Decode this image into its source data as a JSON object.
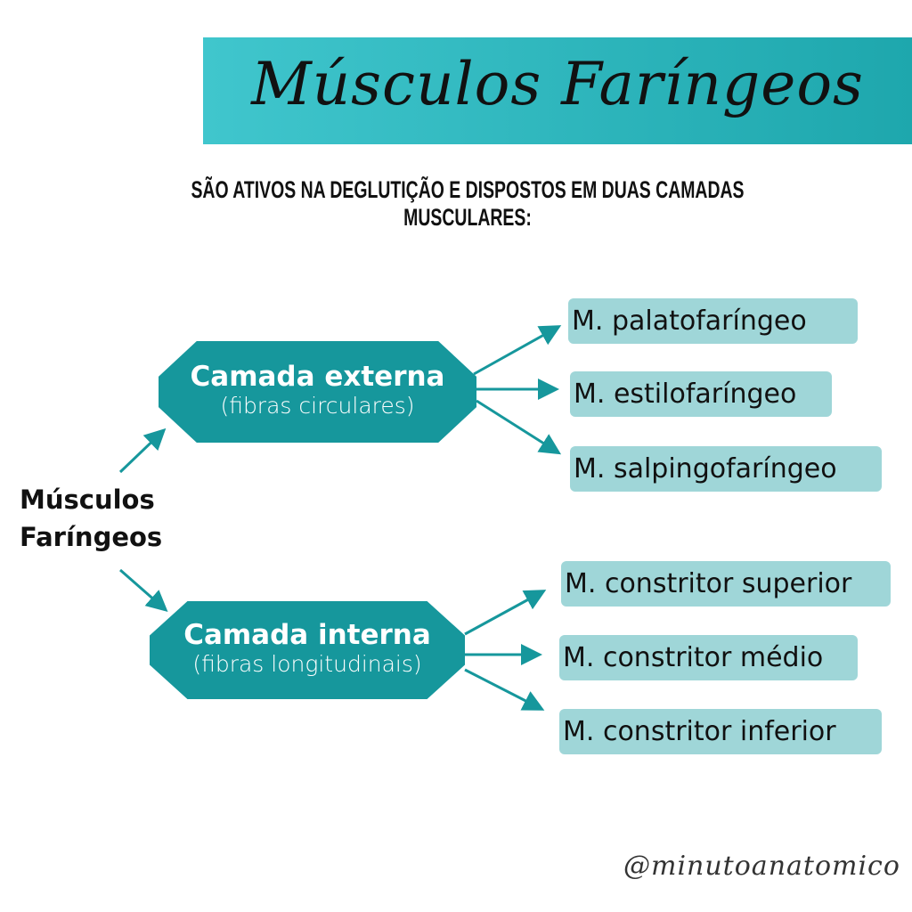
{
  "header": {
    "title": "Músculos Faríngeos",
    "subtitle": "SÃO ATIVOS NA DEGLUTIÇÃO E DISPOSTOS EM DUAS CAMADAS MUSCULARES:"
  },
  "root": {
    "line1": "Músculos",
    "line2": "Faríngeos"
  },
  "layers": [
    {
      "title": "Camada externa",
      "subtitle": "(fibras circulares)",
      "muscles": [
        "M. palatofaríngeo",
        "M. estilofaríngeo",
        "M. salpingofaríngeo"
      ]
    },
    {
      "title": "Camada interna",
      "subtitle": "(fibras longitudinais)",
      "muscles": [
        "M. constritor superior",
        "M. constritor médio",
        "M. constritor inferior"
      ]
    }
  ],
  "footer": {
    "handle": "@minutoanatomico"
  },
  "colors": {
    "accent": "#16979c",
    "box": "#9fd6d8",
    "banner_start": "#40c6cd",
    "banner_end": "#1ea7ad"
  }
}
